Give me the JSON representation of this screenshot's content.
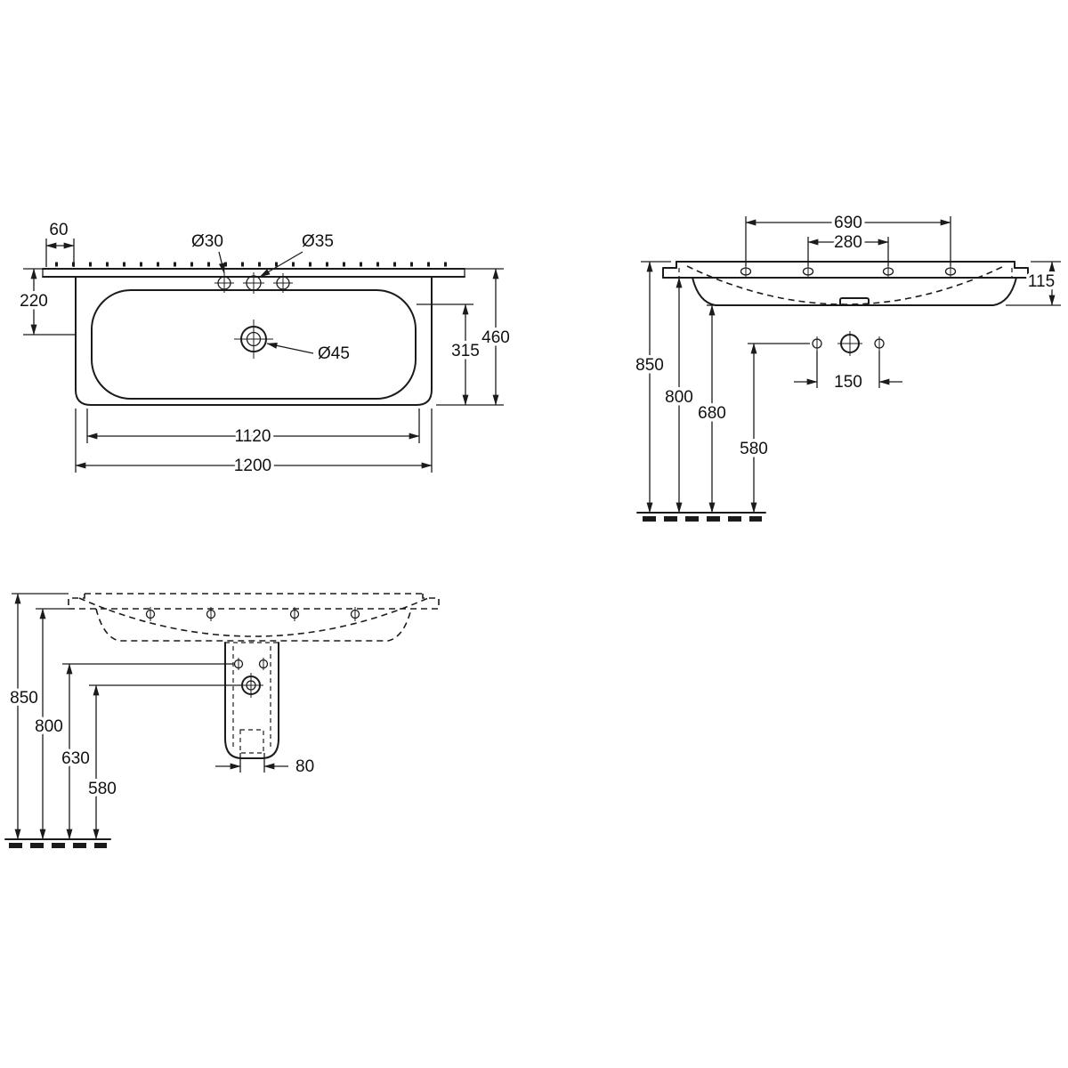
{
  "drawing": {
    "plan_view": {
      "dim_60": "60",
      "dim_220": "220",
      "hole_left": "Ø30",
      "hole_center": "Ø35",
      "drain": "Ø45",
      "dim_315": "315",
      "dim_460": "460",
      "dim_1120": "1120",
      "dim_1200": "1200"
    },
    "elevation_view": {
      "dim_690": "690",
      "dim_280": "280",
      "dim_115": "115",
      "dim_850": "850",
      "dim_800": "800",
      "dim_680": "680",
      "dim_580": "580",
      "dim_150": "150"
    },
    "front_view": {
      "dim_850": "850",
      "dim_800": "800",
      "dim_630": "630",
      "dim_580": "580",
      "dim_80": "80"
    }
  }
}
